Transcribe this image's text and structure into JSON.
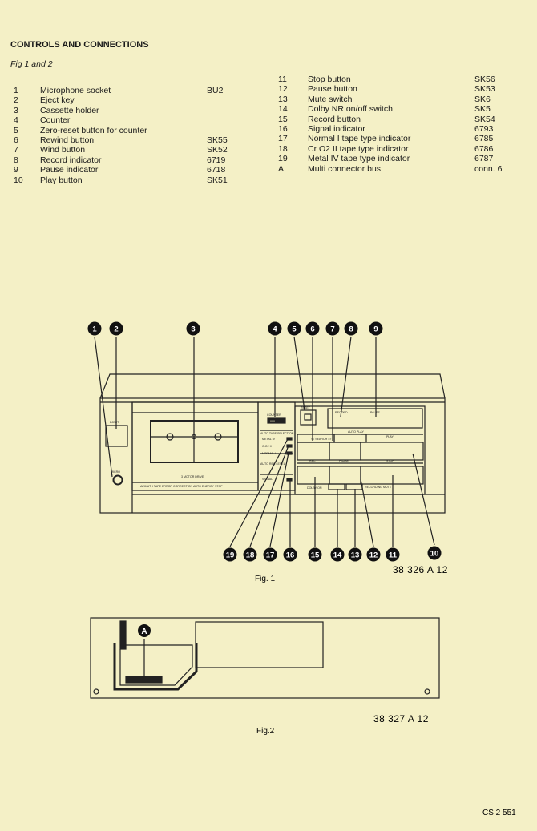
{
  "title": "CONTROLS AND CONNECTIONS",
  "subtitle": "Fig 1 and 2",
  "items_left": [
    {
      "num": "1",
      "label": "Microphone socket",
      "code": "BU2"
    },
    {
      "num": "2",
      "label": "Eject key",
      "code": ""
    },
    {
      "num": "3",
      "label": "Cassette holder",
      "code": ""
    },
    {
      "num": "4",
      "label": "Counter",
      "code": ""
    },
    {
      "num": "5",
      "label": "Zero-reset button for counter",
      "code": ""
    },
    {
      "num": "6",
      "label": "Rewind button",
      "code": "SK55"
    },
    {
      "num": "7",
      "label": "Wind button",
      "code": "SK52"
    },
    {
      "num": "8",
      "label": "Record indicator",
      "code": "6719"
    },
    {
      "num": "9",
      "label": "Pause indicator",
      "code": "6718"
    },
    {
      "num": "10",
      "label": "Play button",
      "code": "SK51"
    }
  ],
  "items_right": [
    {
      "num": "11",
      "label": "Stop button",
      "code": "SK56"
    },
    {
      "num": "12",
      "label": "Pause button",
      "code": "SK53"
    },
    {
      "num": "13",
      "label": "Mute switch",
      "code": "SK6"
    },
    {
      "num": "14",
      "label": "Dolby NR on/off switch",
      "code": "SK5"
    },
    {
      "num": "15",
      "label": "Record button",
      "code": "SK54"
    },
    {
      "num": "16",
      "label": "Signal indicator",
      "code": "6793"
    },
    {
      "num": "17",
      "label": "Normal I tape type indicator",
      "code": "6785"
    },
    {
      "num": "18",
      "label": "Cr O2 II tape type indicator",
      "code": "6786"
    },
    {
      "num": "19",
      "label": "Metal IV tape type indicator",
      "code": "6787"
    },
    {
      "num": "A",
      "label": "Multi connector bus",
      "code": "conn. 6"
    }
  ],
  "fig1": {
    "caption": "Fig. 1",
    "drawing_code": "38 326  A 12",
    "callouts_top": [
      "1",
      "2",
      "3",
      "4",
      "5",
      "6",
      "7",
      "8",
      "9"
    ],
    "callouts_bottom": [
      "19",
      "18",
      "17",
      "16",
      "15",
      "14",
      "13",
      "12",
      "11",
      "10"
    ],
    "panel": {
      "eject": "EJECT",
      "micro": "MICRO",
      "counter": "COUNTER",
      "counter_value": "000",
      "tape_selection": "AUTO TAPE SELECTION",
      "metal": "METAL IV",
      "cro2": "CrO2 II",
      "normal": "NORMAL I",
      "auto_rec": "AUTO REC LEVEL",
      "signal": "SIGNAL",
      "motor": "3 MOTOR DRIVE",
      "features": "AZIMUTH TAPE ERROR CORRECTION  AUTO ENERGY STOP",
      "reset": "RESET",
      "record": "RECORD",
      "pause_ind": "PAUSE",
      "auto_play": "AUTO PLAY",
      "search": "<<  SEARCH  >>",
      "play": "PLAY",
      "rec": "REC",
      "pause": "PAUSE",
      "stop": "STOP",
      "dolby": "DOLBY ON",
      "mute": "RECORDING MUTE"
    }
  },
  "fig2": {
    "caption": "Fig.2",
    "drawing_code": "38 327  A 12",
    "callout": "A"
  },
  "footer_code": "CS 2 551"
}
